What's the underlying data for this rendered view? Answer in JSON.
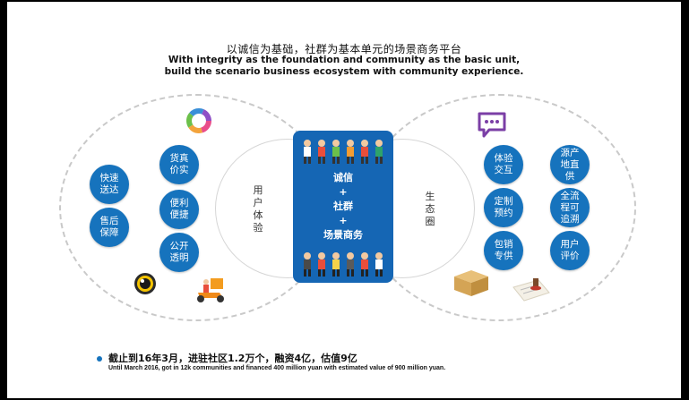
{
  "title": {
    "cn": "以诚信为基础，社群为基本单元的场景商务平台",
    "en_line1": "With integrity as the foundation and community as the basic unit,",
    "en_line2": "build the scenario business ecosystem with community experience."
  },
  "center": {
    "line1": "诚信",
    "plus1": "+",
    "line2": "社群",
    "plus2": "+",
    "line3": "场景商务"
  },
  "left_circle_label": "用户体验",
  "right_circle_label": "生态圈",
  "left_bubbles": [
    "快速送达",
    "售后保障",
    "货真价实",
    "便利便捷",
    "公开透明"
  ],
  "right_bubbles": [
    "体验交互",
    "源产地直供",
    "定制预约",
    "全流程可追溯",
    "包销专供",
    "用户评价"
  ],
  "note": {
    "cn": "截止到16年3月，进驻社区1.2万个，融资4亿，估值9亿",
    "en": "Until March 2016, got in 12k communities and financed 400 million yuan with estimated value of 900 million yuan."
  },
  "colors": {
    "primary_blue": "#1673bd",
    "center_blue": "#1566b4",
    "dash_gray": "#c9c9c9"
  },
  "icons": [
    "color-ring-icon",
    "chat-bubble-icon",
    "camera-lens-icon",
    "delivery-scooter-icon",
    "package-box-icon",
    "document-stamp-icon",
    "people-group-icon"
  ]
}
